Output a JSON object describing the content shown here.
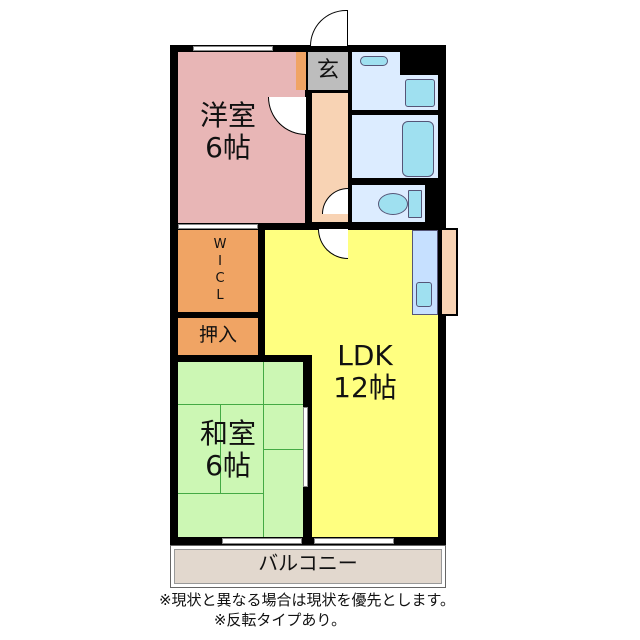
{
  "rooms": {
    "western": {
      "name": "洋室",
      "size": "6帖"
    },
    "entrance": {
      "name": "玄"
    },
    "wic": {
      "letters": [
        "W",
        "I",
        "C",
        "L"
      ]
    },
    "closet": {
      "name": "押入"
    },
    "ldk": {
      "name": "LDK",
      "size": "12帖"
    },
    "japanese": {
      "name": "和室",
      "size": "6帖"
    },
    "balcony": {
      "name": "バルコニー"
    }
  },
  "notes": [
    "※現状と異なる場合は現状を優先とします。",
    "※反転タイプあり。"
  ],
  "colors": {
    "western": "#e8b6b6",
    "entrance": "#bdbdbd",
    "corridor": "#f8d3b4",
    "wic": "#f0a464",
    "ldk": "#ffff80",
    "japanese": "#ccf7b4",
    "wet": "#dcecff",
    "balcony": "#e2d8ce"
  }
}
